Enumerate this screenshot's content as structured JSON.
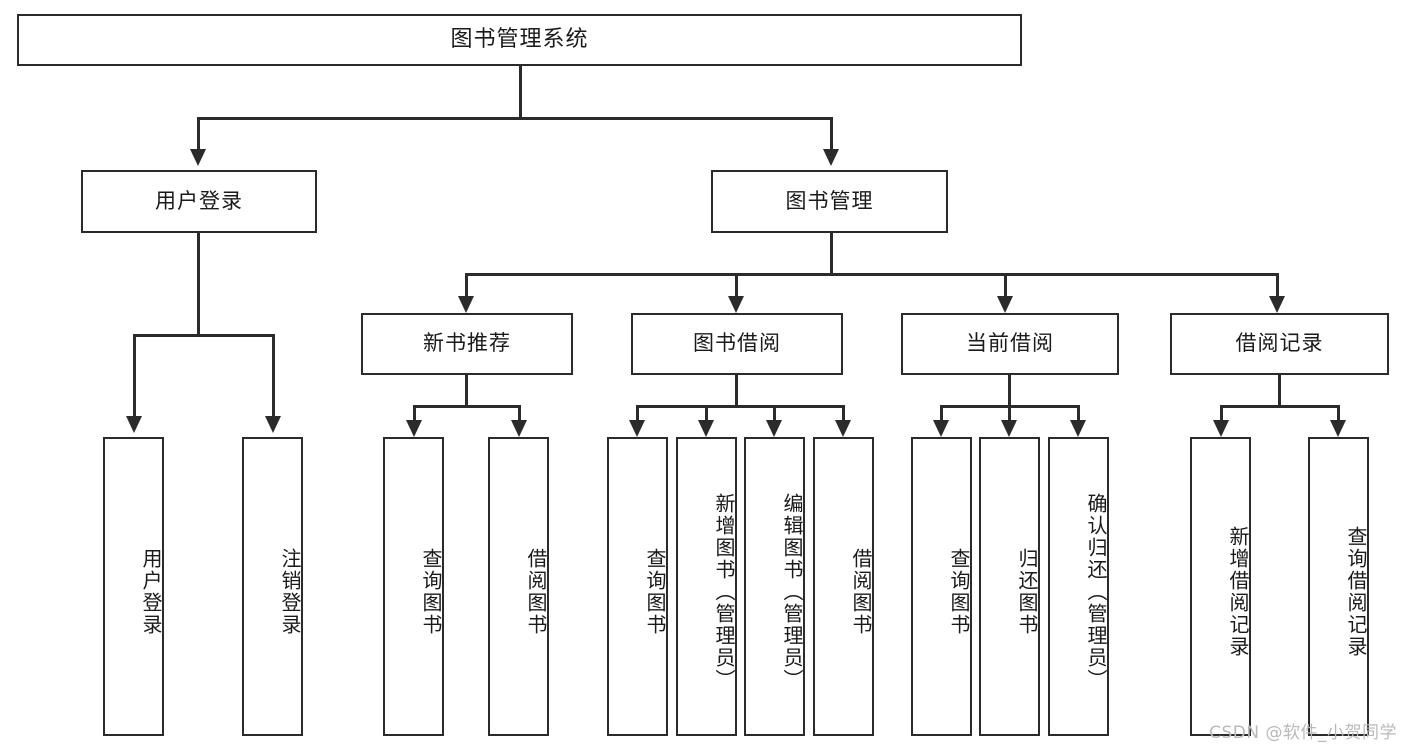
{
  "diagram": {
    "title": "图书管理系统",
    "watermark": "CSDN @软件_小贺同学",
    "levels": {
      "root": "图书管理系统",
      "level2": [
        "用户登录",
        "图书管理"
      ],
      "level3": [
        "新书推荐",
        "图书借阅",
        "当前借阅",
        "借阅记录"
      ]
    },
    "nodes": {
      "root": {
        "label": "图书管理系统"
      },
      "user_login": {
        "label": "用户登录"
      },
      "book_manage": {
        "label": "图书管理"
      },
      "new_book_rec": {
        "label": "新书推荐"
      },
      "book_borrow": {
        "label": "图书借阅"
      },
      "current_borrow": {
        "label": "当前借阅"
      },
      "borrow_record": {
        "label": "借阅记录"
      },
      "leaf_user_login": {
        "label": "用户登录"
      },
      "leaf_user_logout": {
        "label": "注销登录"
      },
      "leaf_rec_query": {
        "label": "查询图书"
      },
      "leaf_rec_borrow": {
        "label": "借阅图书"
      },
      "leaf_borrow_query": {
        "label": "查询图书"
      },
      "leaf_borrow_add": {
        "label": "新增图书（管理员）"
      },
      "leaf_borrow_edit": {
        "label": "编辑图书（管理员）"
      },
      "leaf_borrow_lend": {
        "label": "借阅图书"
      },
      "leaf_cur_query": {
        "label": "查询图书"
      },
      "leaf_cur_return": {
        "label": "归还图书"
      },
      "leaf_cur_confirm": {
        "label": "确认归还（管理员）"
      },
      "leaf_rec_add": {
        "label": "新增借阅记录"
      },
      "leaf_rec_search": {
        "label": "查询借阅记录"
      }
    },
    "colors": {
      "stroke": "#2b2b2b",
      "fill": "#ffffff",
      "text": "#1a1a1a",
      "watermark": "#b9b9b9"
    }
  }
}
